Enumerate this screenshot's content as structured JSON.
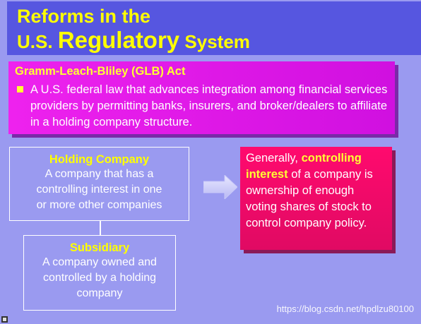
{
  "title": {
    "line1": "Reforms in the",
    "line2_a": "U.S. ",
    "line2_b": "Regulatory",
    "line2_c": " System"
  },
  "glb": {
    "heading": "Gramm-Leach-Bliley (GLB) Act",
    "text": "A U.S. federal law that advances integration among financial services providers by permitting banks, insurers, and broker/dealers to affiliate in a holding company structure."
  },
  "holding": {
    "title": "Holding Company",
    "line1": "A company that has a",
    "line2": "controlling interest in one",
    "line3": "or more other companies"
  },
  "subsidiary": {
    "title": "Subsidiary",
    "line1": "A company owned and",
    "line2": "controlled by a holding",
    "line3": "company"
  },
  "definition": {
    "pre": "Generally, ",
    "highlight": "controlling interest",
    "post": " of a company is ownership of enough voting shares of stock to control company policy."
  },
  "watermark": "https://blog.csdn.net/hpdlzu80100",
  "colors": {
    "background": "#9a9af0",
    "title_bar": "#5656e0",
    "title_text": "#ffff00",
    "glb_box": "#ee22ee",
    "definition_box": "#ff0a6e"
  }
}
